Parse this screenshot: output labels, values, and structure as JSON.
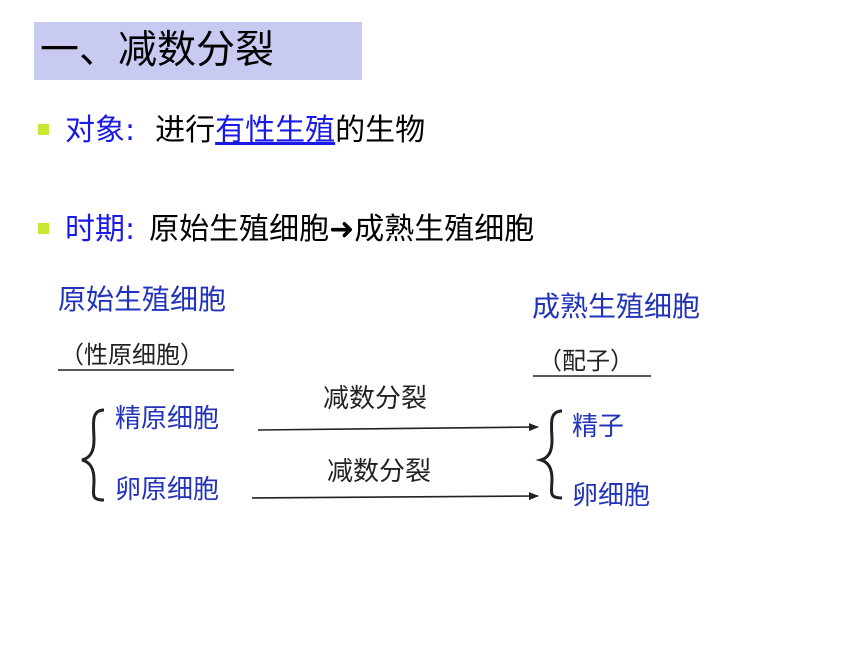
{
  "slide": {
    "title": "一、减数分裂",
    "bullets": [
      {
        "label": "对象:",
        "text_before": "进行",
        "link_text": "有性生殖",
        "text_after": "的生物"
      },
      {
        "label": "时期:",
        "text": "原始生殖细胞➜成熟生殖细胞"
      }
    ]
  },
  "diagram": {
    "left_title": "原始生殖细胞",
    "left_subtitle": "（性原细胞）",
    "right_title": "成熟生殖细胞",
    "right_subtitle": "（配子）",
    "rows": [
      {
        "source": "精原细胞",
        "process": "减数分裂",
        "target": "精子"
      },
      {
        "source": "卵原细胞",
        "process": "减数分裂",
        "target": "卵细胞"
      }
    ]
  },
  "colors": {
    "title_bg": "#c9caf2",
    "bullet_marker": "#c6e832",
    "label_blue": "#1a1ae6",
    "diagram_blue": "#2233bb"
  }
}
